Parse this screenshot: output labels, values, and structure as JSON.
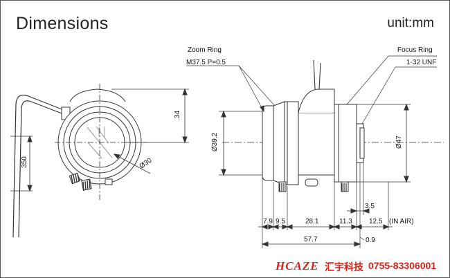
{
  "title": "Dimensions",
  "unit": "unit:mm",
  "labels": {
    "zoom_ring": "Zoom Ring",
    "zoom_thread": "M37.5 P=0.5",
    "focus_ring": "Focus Ring",
    "focus_thread": "1-32 UNF"
  },
  "front_view": {
    "height": "34",
    "cable": "350",
    "diameter": "Ø30"
  },
  "side_view": {
    "body_diameter": "Ø39.2",
    "mount_diameter": "Ø47",
    "mount_offset": "3.5",
    "segments": [
      "7.9",
      "9.5",
      "28.1",
      "11.3",
      "12.5"
    ],
    "in_air": "(IN AIR)",
    "total": "57.7",
    "flange": "0.9"
  },
  "brand": {
    "logo": "HCAZE",
    "name": "汇宇科技",
    "phone": "0755-83306001"
  },
  "colors": {
    "brand": "#d62318",
    "line": "#333333"
  }
}
